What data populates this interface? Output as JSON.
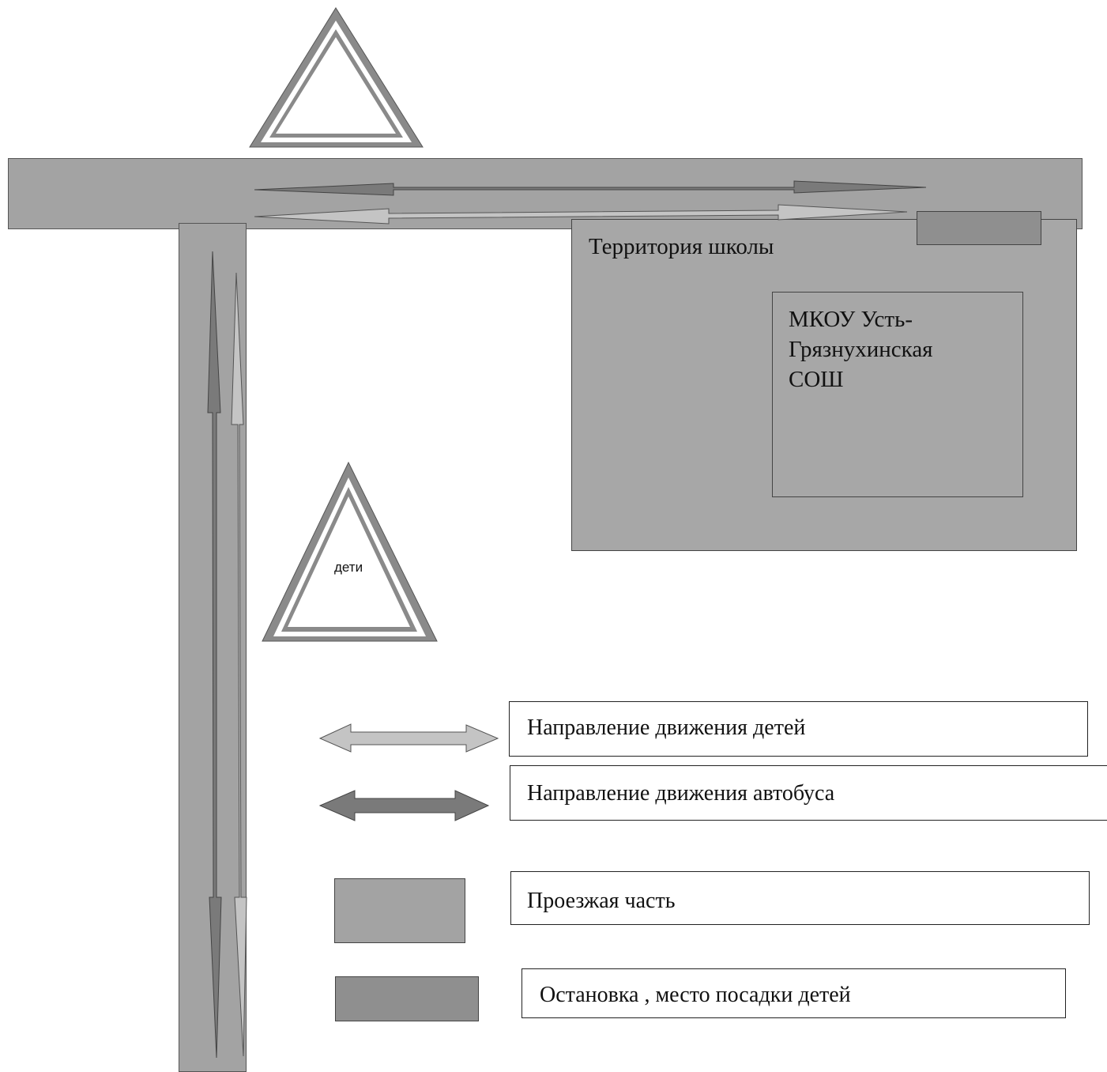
{
  "scheme": {
    "school_territory_label": "Территория школы",
    "school_name_lines": [
      "МКОУ Усть-",
      "Грязнухинская",
      "СОШ"
    ],
    "warning_sign_children_text": "дети"
  },
  "legend": {
    "children_direction": "Направление движения детей",
    "bus_direction": "Направление движения автобуса",
    "roadway": "Проезжая часть",
    "bus_stop": "Остановка , место посадки детей"
  },
  "colors": {
    "road": "#a3a3a3",
    "territory": "#a7a7a7",
    "stop": "#8f8f8f",
    "children_arrow": "#bdbdbd",
    "bus_arrow": "#7a7a7a",
    "sign_border": "#8a8a8a"
  }
}
